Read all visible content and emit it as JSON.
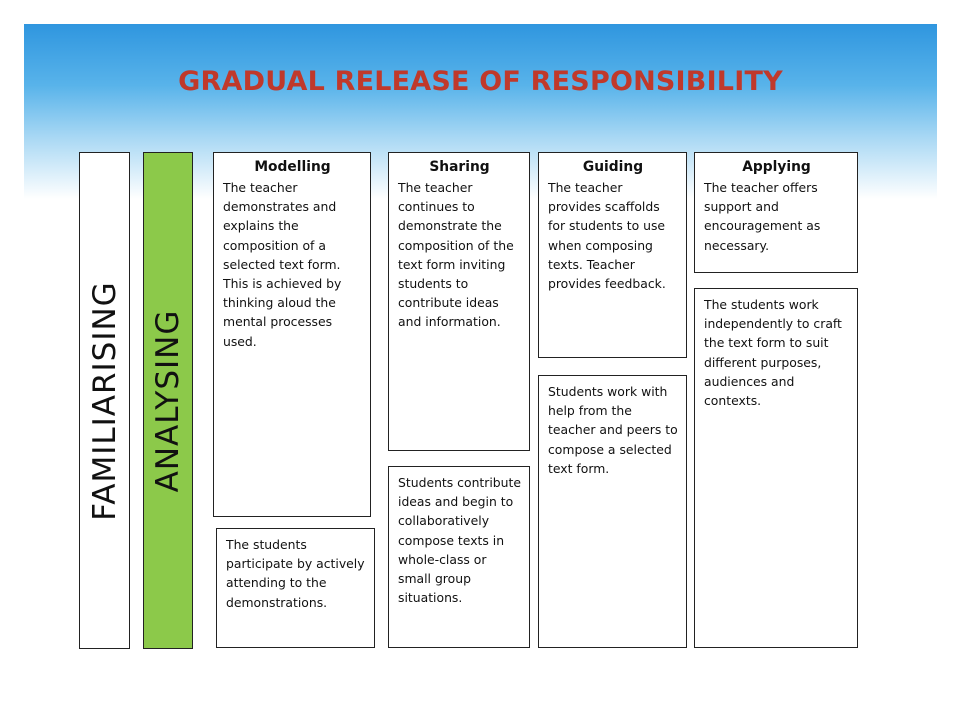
{
  "title": "GRADUAL RELEASE OF RESPONSIBILITY",
  "side_labels": {
    "familiarising": "FAMILIARISING",
    "analysing": "ANALYSING"
  },
  "colors": {
    "title": "#c0392b",
    "analysing_bar": "#8cc94a",
    "header": "#2f96df"
  },
  "stages": [
    {
      "name": "Modelling",
      "teacher": "The teacher demonstrates and explains the composition of a selected text form. This is achieved by thinking aloud the mental processes used.",
      "students": "The students participate by actively attending to the demonstrations."
    },
    {
      "name": "Sharing",
      "teacher": "The teacher continues to demonstrate the composition of the text form inviting students to contribute ideas and information.",
      "students": "Students contribute ideas and begin to collaboratively compose texts in whole-class or small group situations."
    },
    {
      "name": "Guiding",
      "teacher": "The teacher provides scaffolds for students to use when composing texts.  Teacher provides feedback.",
      "students": "Students work with help from the teacher and peers to compose a selected text form."
    },
    {
      "name": "Applying",
      "teacher": "The teacher offers support and encouragement as necessary.",
      "students": "The students work independently to craft the text form to suit different purposes, audiences and contexts."
    }
  ]
}
